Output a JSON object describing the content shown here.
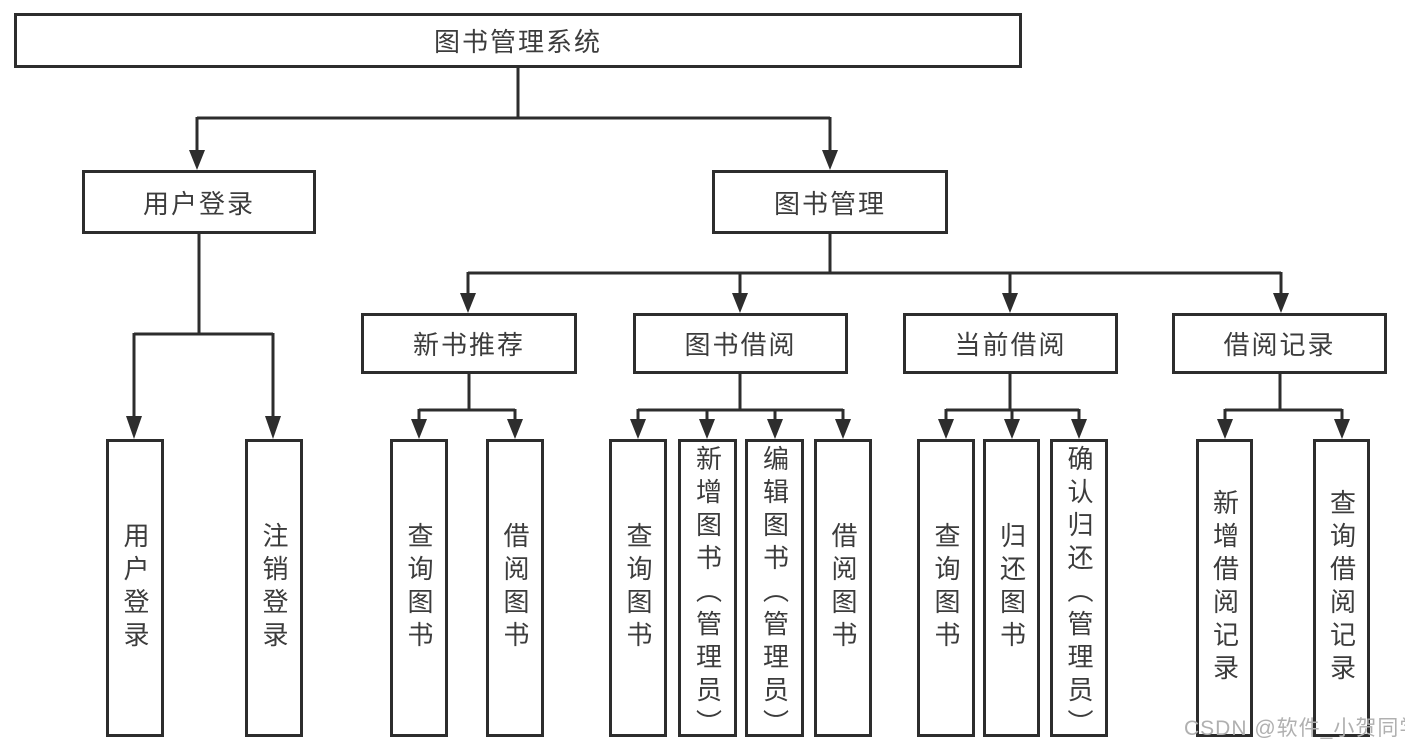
{
  "diagram": {
    "nodes": {
      "root": "图书管理系统",
      "user_login": "用户登录",
      "book_mgmt": "图书管理",
      "new_books": "新书推荐",
      "book_borrow": "图书借阅",
      "current_borrow": "当前借阅",
      "borrow_records": "借阅记录"
    },
    "leaves": {
      "login": "用户登录",
      "logout": "注销登录",
      "nb_query_book": "查询图书",
      "nb_borrow_book": "借阅图书",
      "bb_query_book": "查询图书",
      "bb_add_book": "新增图书（管理员）",
      "bb_edit_book": "编辑图书（管理员）",
      "bb_borrow_book": "借阅图书",
      "cb_query_book": "查询图书",
      "cb_return_book": "归还图书",
      "cb_confirm_return": "确认归还（管理员）",
      "br_add_record": "新增借阅记录",
      "br_query_record": "查询借阅记录"
    },
    "watermark": "CSDN @软件_小贺同学",
    "colors": {
      "line": "#2d2d2d",
      "border": "#2d2d2d",
      "text": "#3c3c3c",
      "watermark": "#b0b0b0",
      "background": "#ffffff"
    }
  }
}
